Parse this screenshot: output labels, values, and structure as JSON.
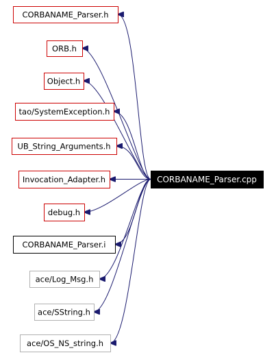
{
  "root": {
    "label": "CORBANAME_Parser.cpp"
  },
  "includes": [
    {
      "id": "n0",
      "label": "CORBANAME_Parser.h",
      "style": "red"
    },
    {
      "id": "n1",
      "label": "ORB.h",
      "style": "red"
    },
    {
      "id": "n2",
      "label": "Object.h",
      "style": "red"
    },
    {
      "id": "n3",
      "label": "tao/SystemException.h",
      "style": "red"
    },
    {
      "id": "n4",
      "label": "UB_String_Arguments.h",
      "style": "red"
    },
    {
      "id": "n5",
      "label": "Invocation_Adapter.h",
      "style": "red"
    },
    {
      "id": "n6",
      "label": "debug.h",
      "style": "red"
    },
    {
      "id": "n7",
      "label": "CORBANAME_Parser.i",
      "style": "black"
    },
    {
      "id": "n8",
      "label": "ace/Log_Msg.h",
      "style": "gray"
    },
    {
      "id": "n9",
      "label": "ace/SString.h",
      "style": "gray"
    },
    {
      "id": "n10",
      "label": "ace/OS_NS_string.h",
      "style": "gray"
    }
  ],
  "colors": {
    "edge": "#1a1a6e",
    "border_red": "#cc0000",
    "border_black": "#000000",
    "border_gray": "#b0b0b0",
    "root_fill": "#000000",
    "root_text": "#ffffff"
  }
}
